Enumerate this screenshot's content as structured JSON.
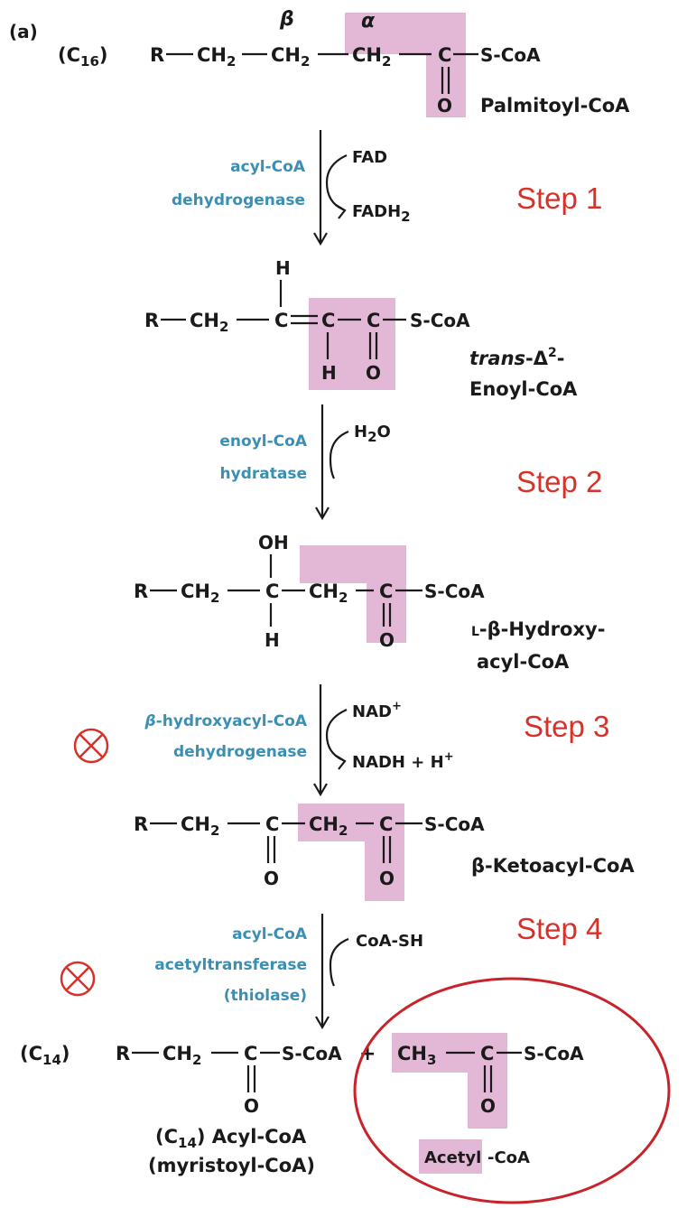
{
  "panel_label": "(a)",
  "colors": {
    "enzyme": "#3b8fb5",
    "step": "#d7322a",
    "highlight": "#e2b8d6",
    "inhibit": "#d7322a",
    "text": "#1a1a1a"
  },
  "greek": {
    "beta": "β",
    "alpha": "α"
  },
  "m1": {
    "c16": "(C",
    "c16_sub": "16",
    "c16_close": ")",
    "r": "R",
    "ch2a": "CH",
    "ch2b": "CH",
    "ch2c": "CH",
    "two": "2",
    "c": "C",
    "o": "O",
    "scoa": "S-CoA",
    "name": "Palmitoyl-CoA"
  },
  "step1": {
    "enzyme_line1": "acyl-CoA",
    "enzyme_line2": "dehydrogenase",
    "in": "FAD",
    "out": "FADH",
    "out_sub": "2",
    "label": "Step 1"
  },
  "m2": {
    "h_top": "H",
    "r": "R",
    "ch2": "CH",
    "two": "2",
    "c1": "C",
    "c2": "C",
    "c3": "C",
    "h_bot": "H",
    "o": "O",
    "scoa": "S-CoA",
    "name_line1_italic": "trans",
    "name_line1_rest": "-Δ",
    "name_line1_sup": "2",
    "name_line1_end": "-",
    "name_line2": "Enoyl-CoA"
  },
  "step2": {
    "enzyme_line1": "enoyl-CoA",
    "enzyme_line2": "hydratase",
    "in": "H",
    "in_sub": "2",
    "in_end": "O",
    "label": "Step 2"
  },
  "m3": {
    "oh": "OH",
    "r": "R",
    "ch2a": "CH",
    "ch2b": "CH",
    "two": "2",
    "c1": "C",
    "c2": "C",
    "h": "H",
    "o": "O",
    "scoa": "S-CoA",
    "name_line1_small": "L",
    "name_line1_rest": "-β-Hydroxy-",
    "name_line2": "acyl-CoA"
  },
  "step3": {
    "enzyme_line1": "β-hydroxyacyl-CoA",
    "enzyme_line2": "dehydrogenase",
    "in": "NAD",
    "in_sup": "+",
    "out": "NADH  +  H",
    "out_sup": "+",
    "label": "Step 3"
  },
  "m4": {
    "r": "R",
    "ch2a": "CH",
    "ch2b": "CH",
    "two": "2",
    "c1": "C",
    "c2": "C",
    "o1": "O",
    "o2": "O",
    "scoa": "S-CoA",
    "name": "β-Ketoacyl-CoA"
  },
  "step4": {
    "enzyme_line1": "acyl-CoA",
    "enzyme_line2": "acetyltransferase",
    "enzyme_line3": "(thiolase)",
    "in": "CoA-SH",
    "label": "Step 4"
  },
  "m5": {
    "c14": "(C",
    "c14_sub": "14",
    "c14_close": ")",
    "r": "R",
    "ch2": "CH",
    "two": "2",
    "c": "C",
    "o": "O",
    "scoa": "S-CoA",
    "plus": "+",
    "ch3": "CH",
    "three": "3",
    "c_acetyl": "C",
    "o_acetyl": "O",
    "scoa_acetyl": "S-CoA",
    "name_line1_open": "(C",
    "name_line1_sub": "14",
    "name_line1_rest": ") Acyl-CoA",
    "name_line2": "(myristoyl-CoA)",
    "acetyl_word": "Acetyl",
    "acetyl_rest": "-CoA"
  }
}
